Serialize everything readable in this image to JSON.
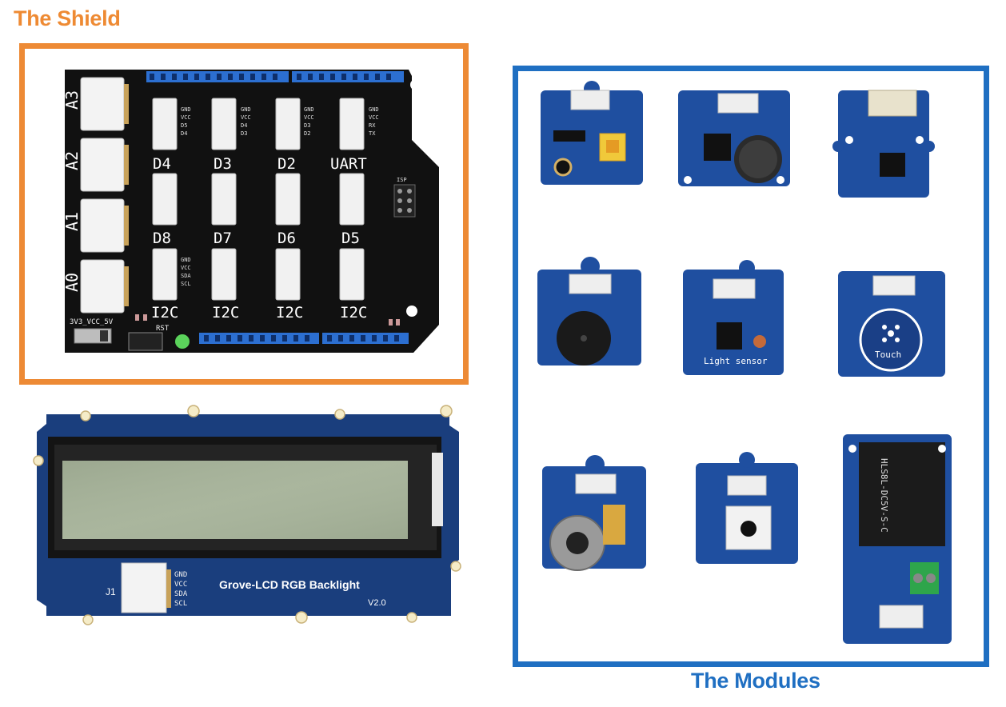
{
  "labels": {
    "shield_title": "The Shield",
    "modules_title": "The Modules"
  },
  "colors": {
    "shield_frame": "#ed8a35",
    "modules_frame": "#1f6fc2",
    "pcb_black": "#111111",
    "pcb_blue": "#1b3f86",
    "header_blue": "#2c6fd1"
  },
  "shield": {
    "analog_ports": [
      "A3",
      "A2",
      "A1",
      "A0"
    ],
    "digital_row1": [
      "D4",
      "D3",
      "D2",
      "UART"
    ],
    "digital_row2": [
      "D8",
      "D7",
      "D6",
      "D5"
    ],
    "i2c_row": [
      "I2C",
      "I2C",
      "I2C",
      "I2C"
    ],
    "voltage_label": "3V3_VCC_5V",
    "reset_label": "RST",
    "isp_label": "ISP",
    "pins": {
      "d_r1": [
        "GND",
        "VCC",
        "D5",
        "D4"
      ],
      "d_r1b": [
        "GND",
        "VCC",
        "D4",
        "D3"
      ],
      "d_r1c": [
        "GND",
        "VCC",
        "D3",
        "D2"
      ],
      "uart": [
        "GND",
        "VCC",
        "RX",
        "TX"
      ],
      "i2c": [
        "GND",
        "VCC",
        "SDA",
        "SCL"
      ]
    }
  },
  "lcd": {
    "title": "Grove-LCD RGB Backlight",
    "version": "V2.0",
    "connector": "J1",
    "pins": [
      "GND",
      "VCC",
      "SDA",
      "SCL"
    ]
  },
  "modules": {
    "touch_label": "Touch",
    "light_label": "Light sensor",
    "relay_label": "HLS8L-DC5V-S-C"
  }
}
